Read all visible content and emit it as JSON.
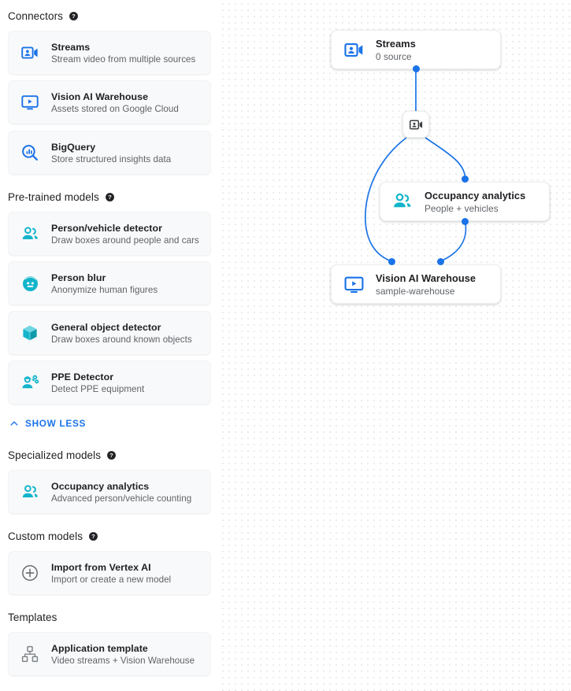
{
  "colors": {
    "accent_blue": "#1a73e8",
    "icon_teal": "#12b5cb",
    "icon_gray": "#5f6368",
    "text_primary": "#202124",
    "text_secondary": "#5f6368",
    "card_bg": "#f8f9fa",
    "canvas_dot": "#e4e6e8"
  },
  "sidebar": {
    "sections": [
      {
        "title": "Connectors",
        "has_help": true,
        "help_icon": "help-circle-icon",
        "items": [
          {
            "title": "Streams",
            "subtitle": "Stream video from multiple sources",
            "icon": "video-camera-person-icon",
            "icon_color": "#1a73e8"
          },
          {
            "title": "Vision AI Warehouse",
            "subtitle": "Assets stored on Google Cloud",
            "icon": "monitor-play-icon",
            "icon_color": "#1a73e8"
          },
          {
            "title": "BigQuery",
            "subtitle": "Store structured insights data",
            "icon": "magnifier-bars-icon",
            "icon_color": "#1a73e8"
          }
        ]
      },
      {
        "title": "Pre-trained models",
        "has_help": true,
        "help_icon": "help-circle-icon",
        "items": [
          {
            "title": "Person/vehicle detector",
            "subtitle": "Draw boxes around people and cars",
            "icon": "people-group-icon",
            "icon_color": "#12b5cb"
          },
          {
            "title": "Person blur",
            "subtitle": "Anonymize human figures",
            "icon": "face-blur-icon",
            "icon_color": "#12b5cb"
          },
          {
            "title": "General object detector",
            "subtitle": "Draw boxes around known objects",
            "icon": "cube-box-icon",
            "icon_color": "#12b5cb"
          },
          {
            "title": "PPE Detector",
            "subtitle": "Detect PPE equipment",
            "icon": "person-helmet-icon",
            "icon_color": "#12b5cb"
          }
        ],
        "toggle": {
          "label": "SHOW LESS",
          "icon": "chevron-up-icon"
        }
      },
      {
        "title": "Specialized models",
        "has_help": true,
        "help_icon": "help-circle-icon",
        "items": [
          {
            "title": "Occupancy analytics",
            "subtitle": "Advanced person/vehicle counting",
            "icon": "people-group-icon",
            "icon_color": "#12b5cb"
          }
        ]
      },
      {
        "title": "Custom models",
        "has_help": true,
        "help_icon": "help-circle-icon",
        "items": [
          {
            "title": "Import from Vertex AI",
            "subtitle": "Import or create a new model",
            "icon": "plus-circle-icon",
            "icon_color": "#5f6368"
          }
        ]
      },
      {
        "title": "Templates",
        "has_help": false,
        "items": [
          {
            "title": "Application template",
            "subtitle": "Video streams + Vision Warehouse",
            "icon": "hierarchy-icon",
            "icon_color": "#80868b"
          }
        ]
      }
    ]
  },
  "canvas": {
    "nodes": [
      {
        "id": "streams",
        "title": "Streams",
        "subtitle": "0 source",
        "icon": "video-camera-person-icon",
        "icon_color": "#1a73e8"
      },
      {
        "id": "occupancy",
        "title": "Occupancy analytics",
        "subtitle": "People + vehicles",
        "icon": "people-group-icon",
        "icon_color": "#12b5cb"
      },
      {
        "id": "warehouse",
        "title": "Vision AI Warehouse",
        "subtitle": "sample-warehouse",
        "icon": "monitor-play-icon",
        "icon_color": "#1a73e8"
      }
    ],
    "mini_node": {
      "id": "stream-relay",
      "icon": "video-camera-person-icon",
      "icon_color": "#3c4043"
    }
  }
}
